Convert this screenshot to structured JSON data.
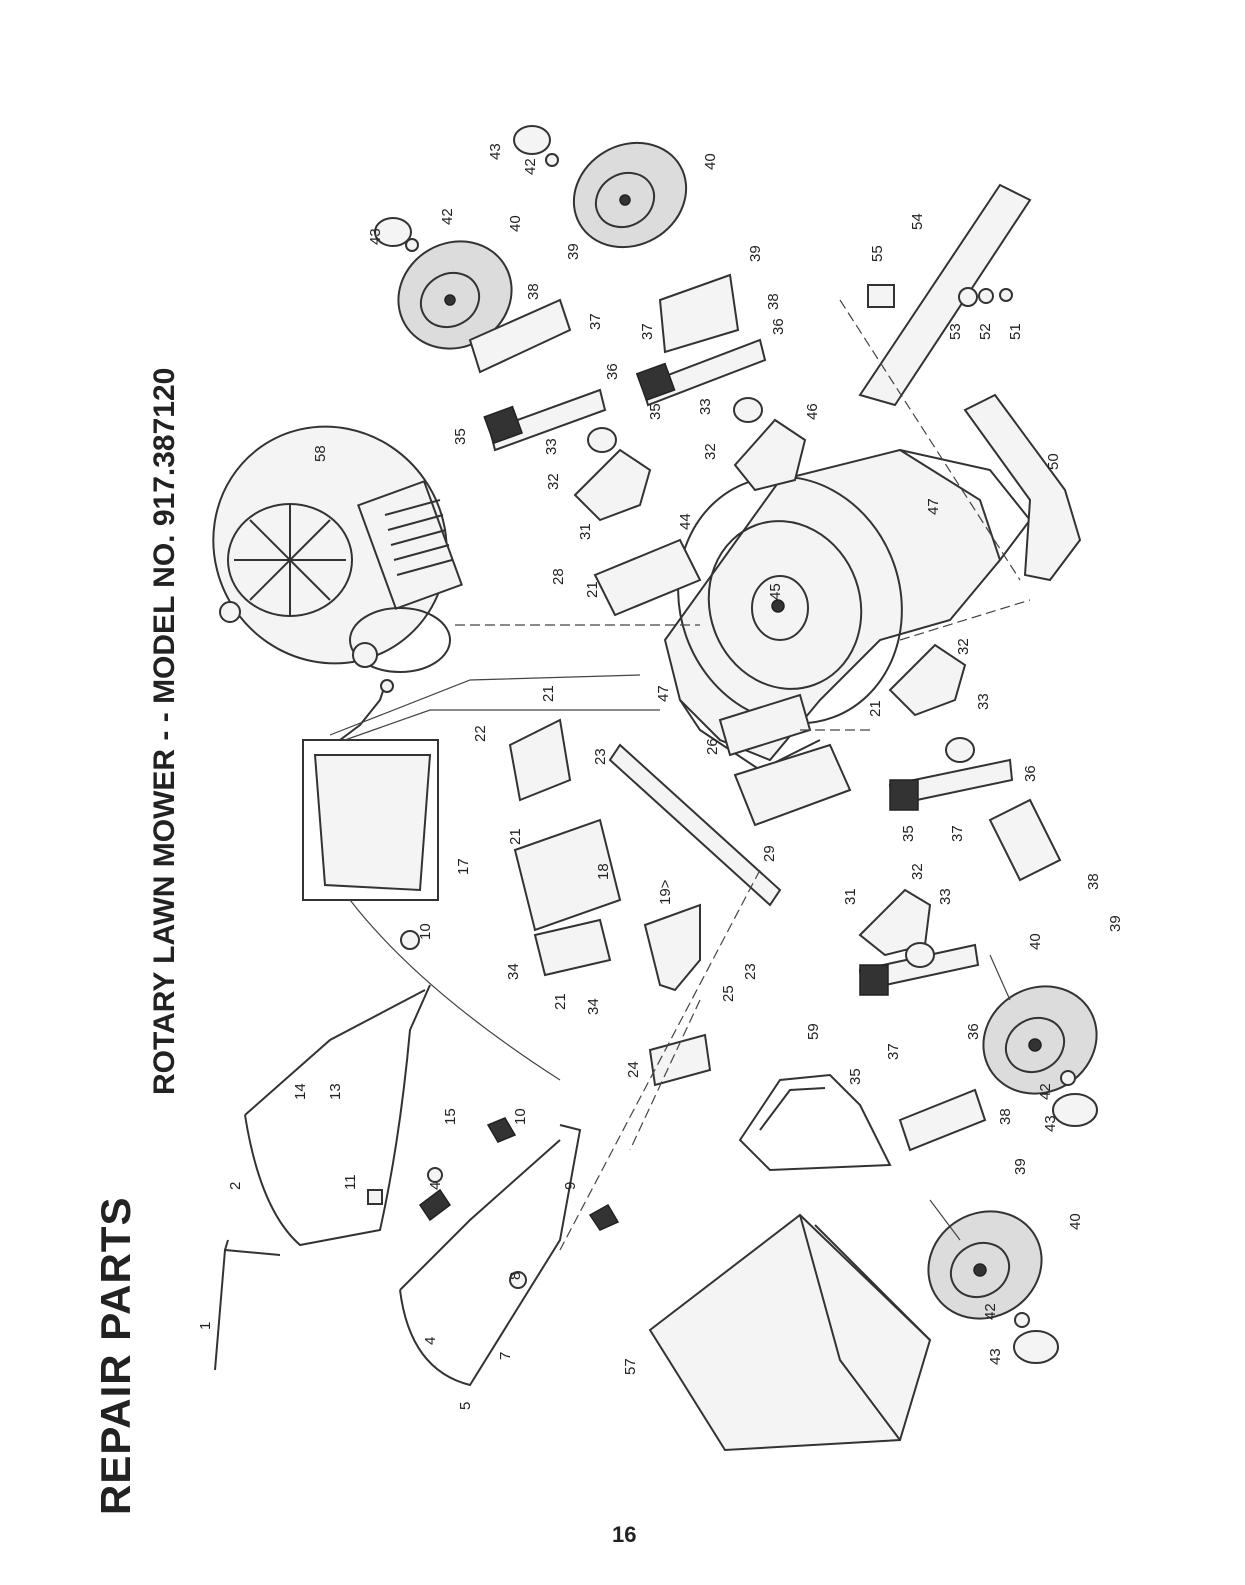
{
  "header": {
    "title": "REPAIR PARTS",
    "subtitle": "ROTARY LAWN MOWER - - MODEL NO. 917.387120"
  },
  "footer": {
    "page_number": "16"
  },
  "callouts": [
    {
      "id": "c1",
      "text": "1"
    },
    {
      "id": "c2",
      "text": "2"
    },
    {
      "id": "c4",
      "text": "4"
    },
    {
      "id": "c4b",
      "text": "4"
    },
    {
      "id": "c5",
      "text": "5"
    },
    {
      "id": "c7",
      "text": "7"
    },
    {
      "id": "c8",
      "text": "8"
    },
    {
      "id": "c9",
      "text": "9"
    },
    {
      "id": "c10a",
      "text": "10"
    },
    {
      "id": "c10b",
      "text": "10"
    },
    {
      "id": "c11",
      "text": "11"
    },
    {
      "id": "c13",
      "text": "13"
    },
    {
      "id": "c14",
      "text": "14"
    },
    {
      "id": "c15",
      "text": "15"
    },
    {
      "id": "c17",
      "text": "17"
    },
    {
      "id": "c18",
      "text": "18"
    },
    {
      "id": "c19",
      "text": "19>"
    },
    {
      "id": "c21a",
      "text": "21"
    },
    {
      "id": "c21b",
      "text": "21"
    },
    {
      "id": "c21c",
      "text": "21"
    },
    {
      "id": "c21d",
      "text": "21"
    },
    {
      "id": "c21e",
      "text": "21"
    },
    {
      "id": "c22",
      "text": "22"
    },
    {
      "id": "c23a",
      "text": "23"
    },
    {
      "id": "c23b",
      "text": "23"
    },
    {
      "id": "c24",
      "text": "24"
    },
    {
      "id": "c25",
      "text": "25"
    },
    {
      "id": "c26",
      "text": "26"
    },
    {
      "id": "c28",
      "text": "28"
    },
    {
      "id": "c29",
      "text": "29"
    },
    {
      "id": "c31a",
      "text": "31"
    },
    {
      "id": "c31b",
      "text": "31"
    },
    {
      "id": "c32a",
      "text": "32"
    },
    {
      "id": "c32b",
      "text": "32"
    },
    {
      "id": "c32c",
      "text": "32"
    },
    {
      "id": "c32d",
      "text": "32"
    },
    {
      "id": "c33a",
      "text": "33"
    },
    {
      "id": "c33b",
      "text": "33"
    },
    {
      "id": "c33c",
      "text": "33"
    },
    {
      "id": "c33d",
      "text": "33"
    },
    {
      "id": "c34a",
      "text": "34"
    },
    {
      "id": "c34b",
      "text": "34"
    },
    {
      "id": "c35a",
      "text": "35"
    },
    {
      "id": "c35b",
      "text": "35"
    },
    {
      "id": "c35c",
      "text": "35"
    },
    {
      "id": "c35d",
      "text": "35"
    },
    {
      "id": "c36a",
      "text": "36"
    },
    {
      "id": "c36b",
      "text": "36"
    },
    {
      "id": "c36c",
      "text": "36"
    },
    {
      "id": "c36d",
      "text": "36"
    },
    {
      "id": "c37a",
      "text": "37"
    },
    {
      "id": "c37b",
      "text": "37"
    },
    {
      "id": "c37c",
      "text": "37"
    },
    {
      "id": "c37d",
      "text": "37"
    },
    {
      "id": "c38a",
      "text": "38"
    },
    {
      "id": "c38b",
      "text": "38"
    },
    {
      "id": "c38c",
      "text": "38"
    },
    {
      "id": "c38d",
      "text": "38"
    },
    {
      "id": "c39a",
      "text": "39"
    },
    {
      "id": "c39b",
      "text": "39"
    },
    {
      "id": "c39c",
      "text": "39"
    },
    {
      "id": "c39d",
      "text": "39"
    },
    {
      "id": "c40a",
      "text": "40"
    },
    {
      "id": "c40b",
      "text": "40"
    },
    {
      "id": "c40c",
      "text": "40"
    },
    {
      "id": "c40d",
      "text": "40"
    },
    {
      "id": "c42a",
      "text": "42"
    },
    {
      "id": "c42b",
      "text": "42"
    },
    {
      "id": "c42c",
      "text": "42"
    },
    {
      "id": "c42d",
      "text": "42"
    },
    {
      "id": "c43a",
      "text": "43"
    },
    {
      "id": "c43b",
      "text": "43"
    },
    {
      "id": "c43c",
      "text": "43"
    },
    {
      "id": "c43d",
      "text": "43"
    },
    {
      "id": "c44",
      "text": "44"
    },
    {
      "id": "c45",
      "text": "45"
    },
    {
      "id": "c46",
      "text": "46"
    },
    {
      "id": "c47a",
      "text": "47"
    },
    {
      "id": "c47b",
      "text": "47"
    },
    {
      "id": "c50",
      "text": "50"
    },
    {
      "id": "c51",
      "text": "51"
    },
    {
      "id": "c52",
      "text": "52"
    },
    {
      "id": "c53",
      "text": "53"
    },
    {
      "id": "c54",
      "text": "54"
    },
    {
      "id": "c55",
      "text": "55"
    },
    {
      "id": "c57",
      "text": "57"
    },
    {
      "id": "c58",
      "text": "58"
    },
    {
      "id": "c59",
      "text": "59"
    }
  ]
}
